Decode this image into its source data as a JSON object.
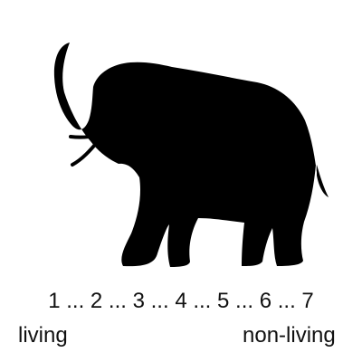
{
  "image": {
    "subject_icon": "elephant-silhouette-icon",
    "fill_color": "#000000",
    "background_color": "#ffffff"
  },
  "scale": {
    "points": [
      "1",
      "2",
      "3",
      "4",
      "5",
      "6",
      "7"
    ],
    "separator": " ... ",
    "left_anchor": "living",
    "right_anchor": "non-living"
  }
}
